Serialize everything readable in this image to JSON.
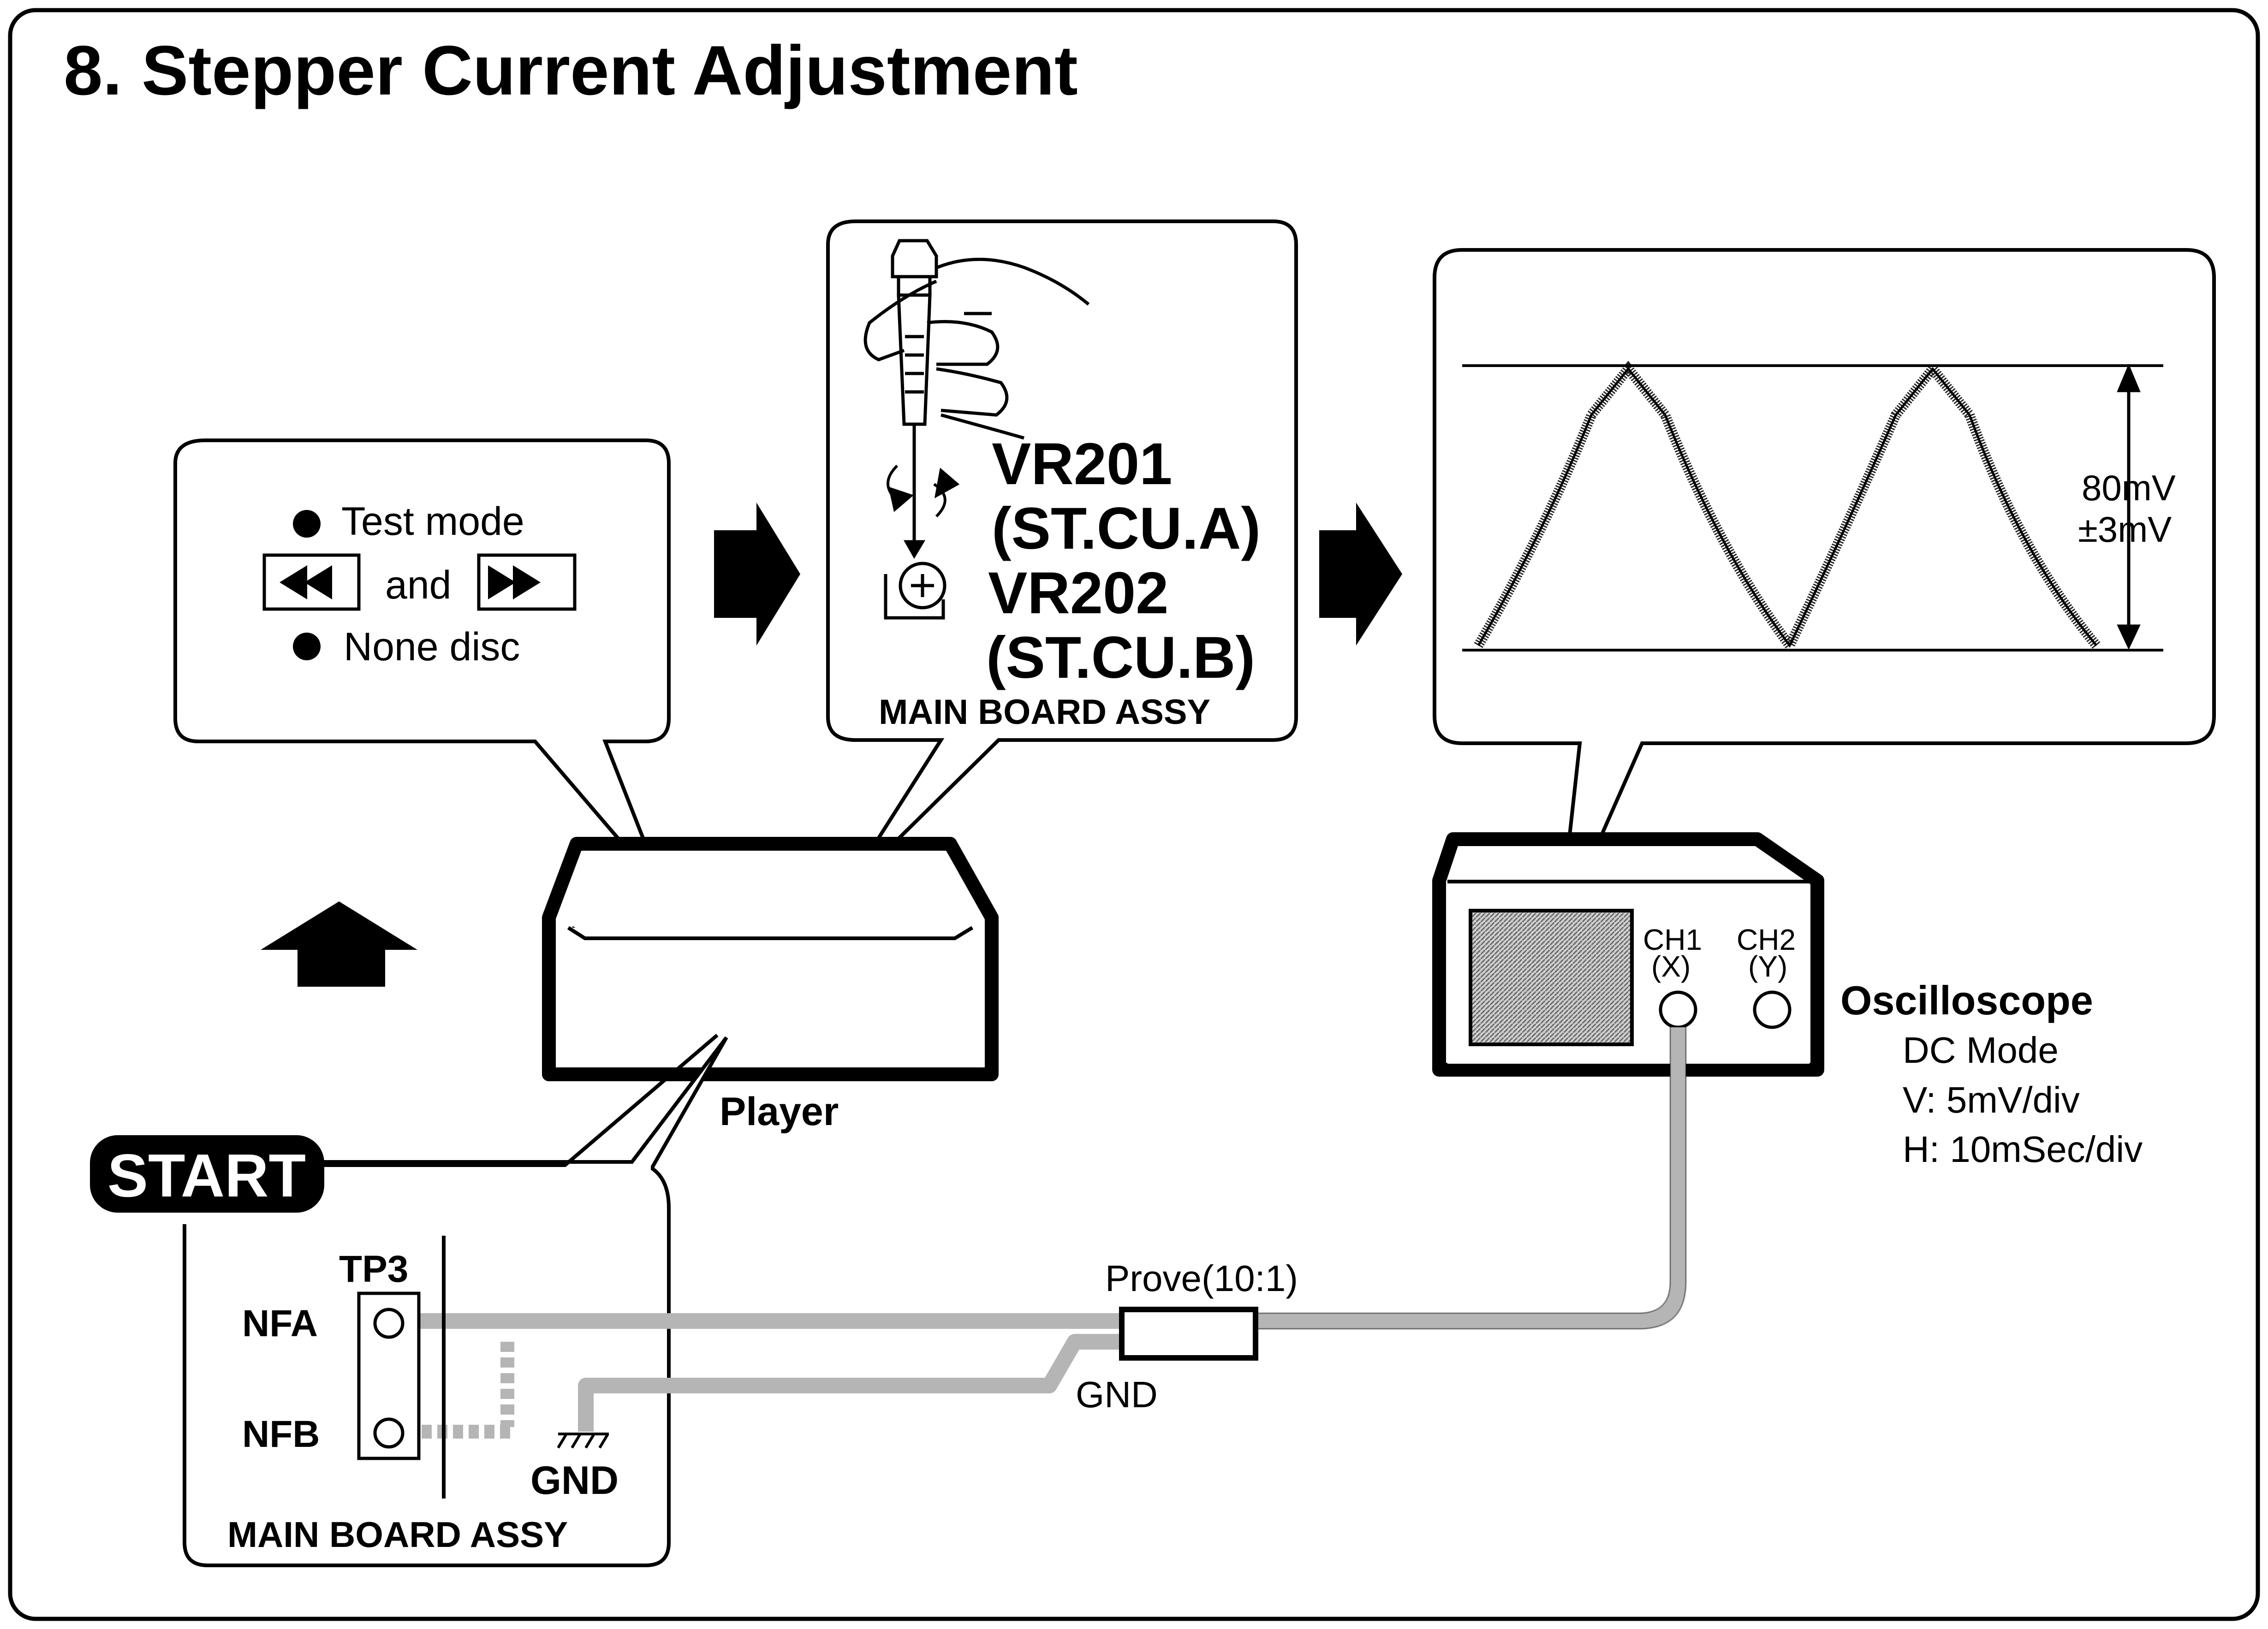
{
  "title": "8. Stepper Current Adjustment",
  "mode_box": {
    "line1": "Test mode",
    "and": "and",
    "line3": "None disc",
    "rewind_icon": "rewind-icon",
    "fast_forward_icon": "fast-forward-icon"
  },
  "adjust_box": {
    "vr1_name": "VR201",
    "vr1_label": "(ST.CU.A)",
    "vr2_name": "VR202",
    "vr2_label": "(ST.CU.B)",
    "board_label": "MAIN BOARD ASSY",
    "screwdriver_icon": "screwdriver-hand-icon",
    "rotate_icon": "rotate-arrows-icon",
    "potentiometer_icon": "potentiometer-icon"
  },
  "waveform_box": {
    "amplitude": "80mV",
    "tolerance": "±3mV"
  },
  "player": {
    "label": "Player"
  },
  "start": {
    "label": "START"
  },
  "board": {
    "tp": "TP3",
    "nfa": "NFA",
    "nfb": "NFB",
    "gnd": "GND",
    "label": "MAIN BOARD ASSY"
  },
  "probe": {
    "label": "Prove(10:1)",
    "gnd": "GND"
  },
  "oscilloscope": {
    "ch1": "CH1",
    "ch1_axis": "(X)",
    "ch2": "CH2",
    "ch2_axis": "(Y)",
    "title": "Oscilloscope",
    "mode": "DC Mode",
    "v": "V: 5mV/div",
    "h": "H: 10mSec/div"
  },
  "colors": {
    "ink": "#000000",
    "cable": "#b5b5b5",
    "screen": "#9a9a9a"
  }
}
